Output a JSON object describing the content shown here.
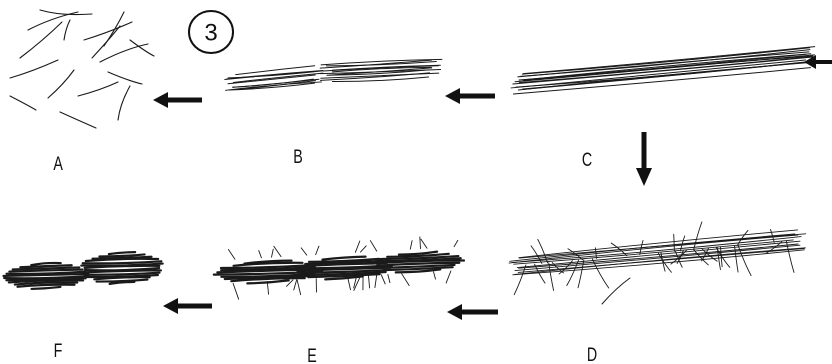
{
  "figure": {
    "number": "3",
    "panels": [
      {
        "id": "A",
        "label": "A"
      },
      {
        "id": "B",
        "label": "B"
      },
      {
        "id": "C",
        "label": "C"
      },
      {
        "id": "D",
        "label": "D"
      },
      {
        "id": "E",
        "label": "E"
      },
      {
        "id": "F",
        "label": "F"
      }
    ],
    "arrows": [
      {
        "from": "input",
        "to": "C"
      },
      {
        "from": "C",
        "to": "B"
      },
      {
        "from": "B",
        "to": "A"
      },
      {
        "from": "C",
        "to": "D"
      },
      {
        "from": "D",
        "to": "E"
      },
      {
        "from": "E",
        "to": "F"
      }
    ]
  }
}
